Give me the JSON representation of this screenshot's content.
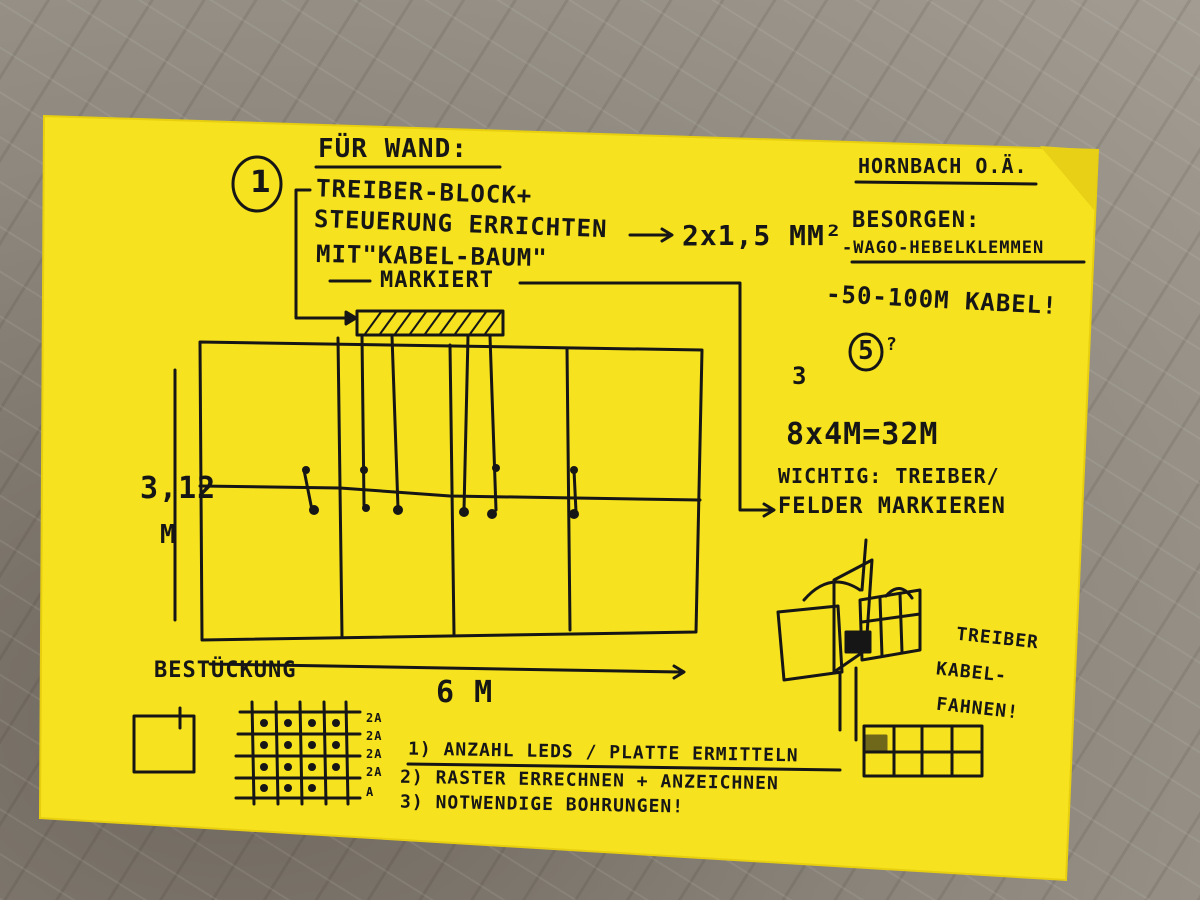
{
  "note": {
    "paper_color": "#f6e21e",
    "ink_color": "#161616",
    "header": "FÜR WAND:",
    "step_number": "1",
    "lines": [
      "TREIBER-BLOCK+",
      "STEUERUNG ERRICHTEN",
      "MIT\"KABEL-BAUM\"",
      "MARKIERT"
    ],
    "cable_spec": "2x1,5 MM²",
    "store": "HORNBACH O.Ä.",
    "shopping_heading": "BESORGEN:",
    "shopping_items": [
      "-WAGO-HEBELKLEMMEN",
      "-50-100M KABEL!"
    ],
    "count_left": "3",
    "count_circle": "5",
    "count_suffix": "?",
    "length_calc": "8x4M=32M",
    "important_line1": "WICHTIG: TREIBER/",
    "important_line2": "FELDER MARKIEREN",
    "dim_height": "3,12",
    "dim_height_unit": "M",
    "dim_width": "6 M",
    "section_title": "BESTÜCKUNG",
    "steps": [
      "1) ANZAHL LEDS / PLATTE ERMITTELN",
      "2) RASTER ERRECHNEN + ANZEICHNEN",
      "3) NOTWENDIGE BOHRUNGEN!"
    ],
    "grid_labels": [
      "2A",
      "2A",
      "2A",
      "2A",
      "A"
    ],
    "side_note": [
      "TREIBER",
      "KABEL-",
      "FAHNEN!"
    ]
  }
}
